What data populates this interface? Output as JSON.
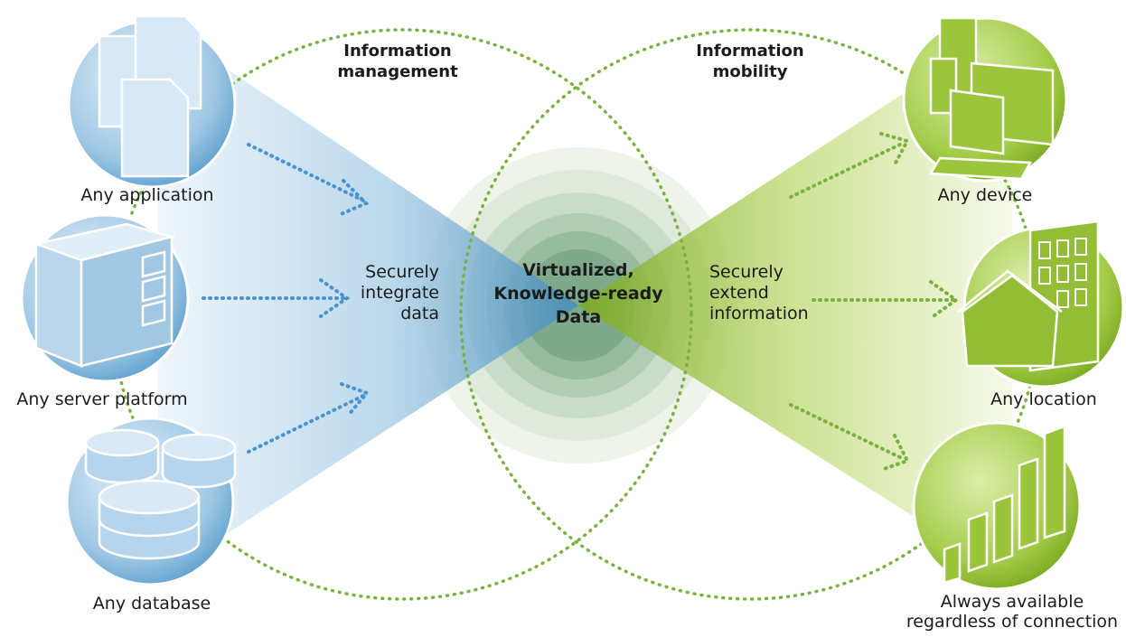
{
  "left_heading": [
    "Information",
    "management"
  ],
  "right_heading": [
    "Information",
    "mobility"
  ],
  "core": [
    "Virtualized,",
    "Knowledge-ready",
    "Data"
  ],
  "left_action": [
    "Securely",
    "integrate",
    "data"
  ],
  "right_action": [
    "Securely",
    "extend",
    "information"
  ],
  "sources": {
    "application": "Any application",
    "server": "Any server platform",
    "database": "Any database"
  },
  "targets": {
    "device": "Any device",
    "location": "Any location",
    "availability": [
      "Always available",
      "regardless of connection"
    ]
  },
  "colors": {
    "blue": "#4f95c7",
    "blue_light": "#d6e8f4",
    "green": "#7fae1f",
    "green_light": "#e8f2c9",
    "dots_green": "#7bb23f",
    "dots_blue": "#4a93cd"
  }
}
